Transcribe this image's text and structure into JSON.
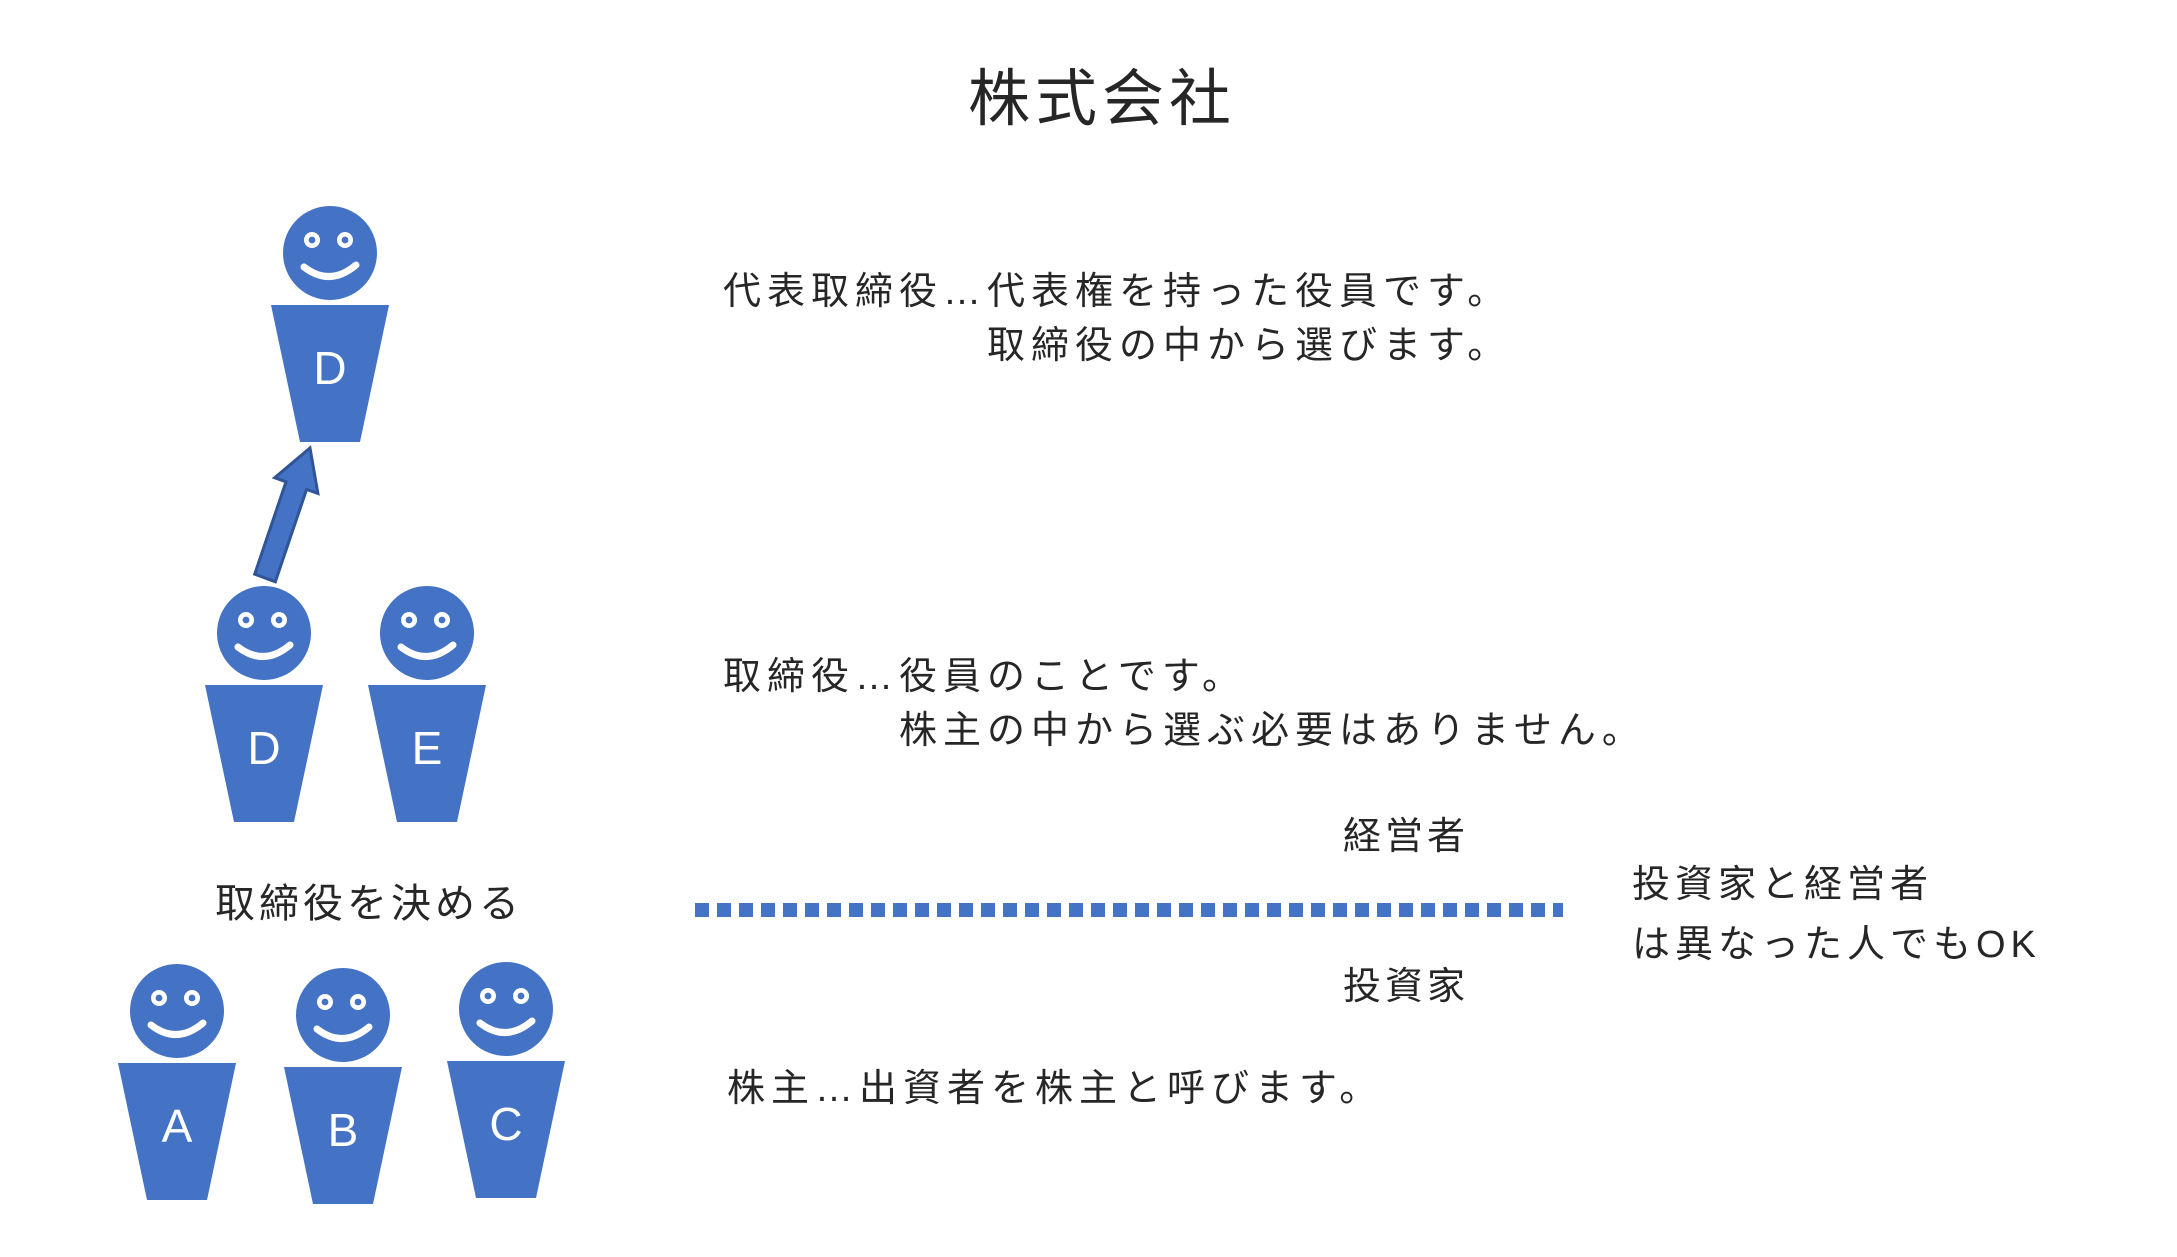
{
  "title": "株式会社",
  "people": [
    {
      "label": "D"
    },
    {
      "label": "D"
    },
    {
      "label": "E"
    },
    {
      "label": "A"
    },
    {
      "label": "B"
    },
    {
      "label": "C"
    }
  ],
  "labels": {
    "decide_directors": "取締役を決める",
    "manager": "経営者",
    "investor": "投資家"
  },
  "annotations": {
    "representative_line1": "代表取締役…代表権を持った役員です。",
    "representative_line2": "取締役の中から選びます。",
    "director_line1": "取締役…役員のことです。",
    "director_line2": "株主の中から選ぶ必要はありません。",
    "shareholder": "株主…出資者を株主と呼びます。",
    "note_line1": "投資家と経営者",
    "note_line2": "は異なった人でもOK"
  },
  "colors": {
    "figure_blue": "#4472C4",
    "arrow_outline": "#2F5597",
    "text": "#262626",
    "face_features": "#ffffff"
  }
}
